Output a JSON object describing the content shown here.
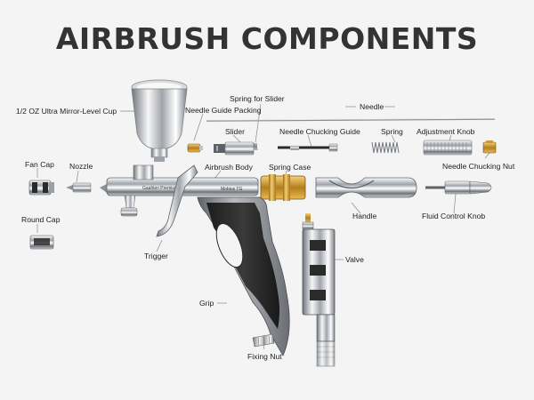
{
  "title": "AIRBRUSH COMPONENTS",
  "brand_text": {
    "body_left": "Gaahleri Premium",
    "body_right": "Mobius  TG"
  },
  "labels": {
    "cup": "1/2 OZ Ultra Mirror-Level Cup",
    "needle_guide_packing": "Needle Guide Packing",
    "spring_for_slider": "Spring for Slider",
    "needle": "Needle",
    "slider": "Slider",
    "needle_chucking_guide": "Needle Chucking Guide",
    "spring": "Spring",
    "adjustment_knob": "Adjustment Knob",
    "fan_cap": "Fan Cap",
    "nozzle": "Nozzle",
    "airbrush_body": "Airbrush Body",
    "spring_case": "Spring Case",
    "needle_chucking_nut": "Needle Chucking Nut",
    "round_cap": "Round Cap",
    "handle": "Handle",
    "fluid_control_knob": "Fluid Control Knob",
    "trigger": "Trigger",
    "valve": "Valve",
    "grip": "Grip",
    "fixing_nut": "Fixing Nut"
  },
  "colors": {
    "background": "#f4f4f4",
    "title": "#333333",
    "brass": "#c8962e",
    "chrome": "#b8bcc2",
    "grip_dark": "#2b2b2b"
  }
}
